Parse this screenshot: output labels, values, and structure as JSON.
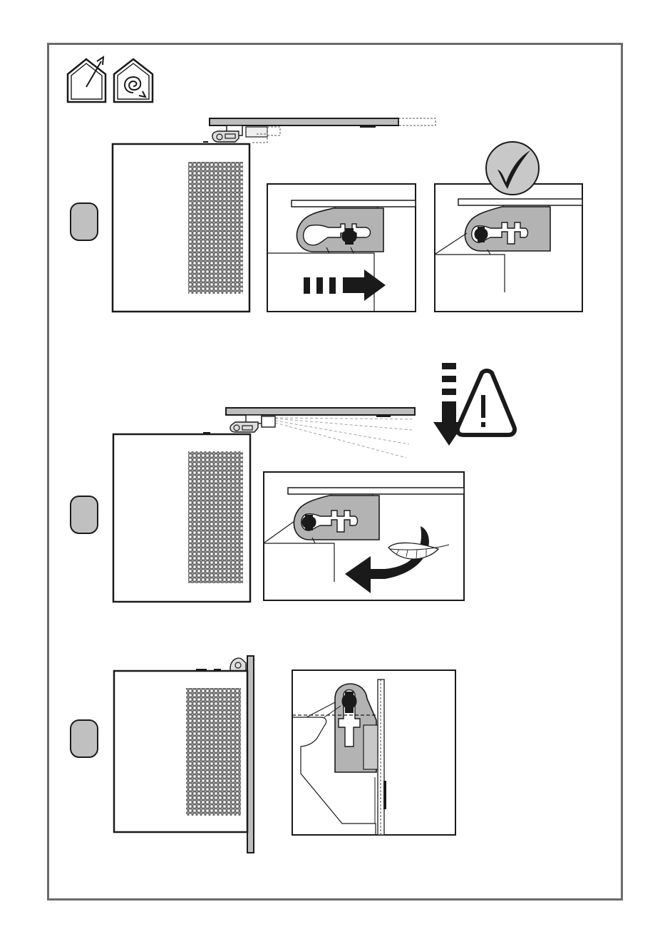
{
  "colors": {
    "frame": "#6b6b6b",
    "line": "#1a1a1a",
    "bracket_fill": "#b3b3b3",
    "panel_fill": "#c8c8c8",
    "step_badge": "#c0c0c0",
    "arrow": "#1a1a1a"
  },
  "icons": {
    "header": [
      "house-exhaust-icon",
      "house-recirculation-icon"
    ],
    "ok": "checkmark-icon",
    "warning": "warning-triangle-icon",
    "feather": "feather-icon"
  },
  "steps": [
    {
      "id": "step-1",
      "badge": ""
    },
    {
      "id": "step-2",
      "badge": ""
    },
    {
      "id": "step-3",
      "badge": ""
    }
  ]
}
